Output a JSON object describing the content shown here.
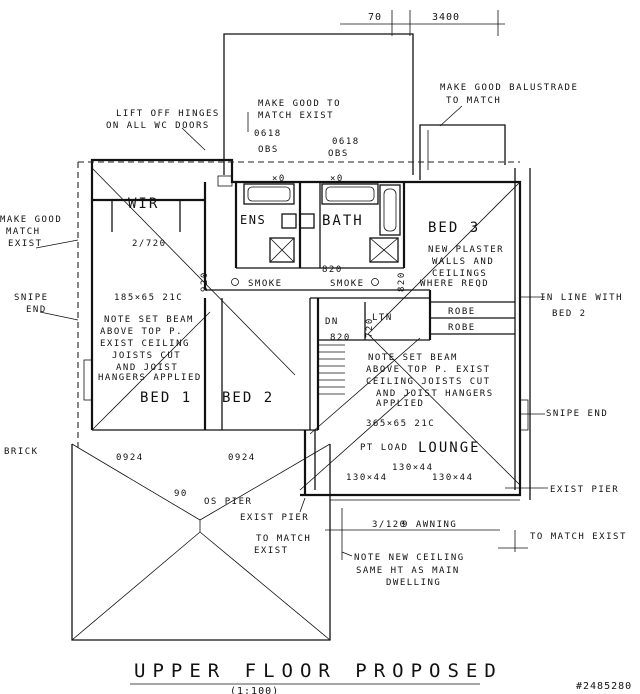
{
  "title": "UPPER FLOOR PROPOSED",
  "scale": "(1:100)",
  "stamp": "#2485280",
  "rooms": {
    "wir": "WIR",
    "ens": "ENS",
    "bath": "BATH",
    "bed3": "BED 3",
    "bed1": "BED 1",
    "bed2": "BED 2",
    "lounge": "LOUNGE",
    "ltn": "LTN",
    "robe1": "ROBE",
    "robe2": "ROBE"
  },
  "dims": {
    "d70": "70",
    "d3400": "3400",
    "d2720": "2/720",
    "d820": "820",
    "d820b": "820",
    "d920": "920",
    "d720": "720",
    "dn": "DN",
    "d0924a": "0924",
    "d0924b": "0924",
    "d90": "90",
    "d13044a": "130×44",
    "d13044b": "130×44",
    "d13044c": "130×44",
    "d3120": "3/120",
    "x0a": "×0",
    "x0b": "×0",
    "obs1_num": "0618",
    "obs1": "OBS",
    "obs2_num": "0618",
    "obs2": "OBS"
  },
  "notes": {
    "make_good_match": [
      "MAKE GOOD",
      "MATCH",
      "EXIST"
    ],
    "lift_hinges": [
      "LIFT OFF HINGES",
      "ON ALL WC DOORS"
    ],
    "make_good_to_match": [
      "MAKE GOOD TO",
      "MATCH EXIST"
    ],
    "balustrade": [
      "MAKE GOOD BALUSTRADE",
      "TO MATCH"
    ],
    "new_plaster": [
      "NEW PLASTER",
      "WALLS AND",
      "CEILINGS",
      "WHERE REQD"
    ],
    "in_line": [
      "IN LINE WITH",
      "BED 2"
    ],
    "snipe_left": [
      "SNIPE",
      "END"
    ],
    "beam_left": [
      "NOTE SET BEAM",
      "ABOVE TOP P.",
      "EXIST CEILING",
      "JOISTS CUT",
      "AND JOIST",
      "HANGERS APPLIED"
    ],
    "beam_left_size": "185×65 21C",
    "beam_right": [
      "NOTE SET BEAM",
      "ABOVE TOP P. EXIST",
      "CEILING JOISTS CUT",
      "AND JOIST HANGERS",
      "APPLIED"
    ],
    "beam_right_size": "365×65 21C",
    "smoke1": "SMOKE",
    "smoke2": "SMOKE",
    "pt_load": "PT LOAD",
    "snipe_end_right": "SNIPE END",
    "brick": "BRICK",
    "exist_pier_right": "EXIST PIER",
    "os_pier": "OS PIER",
    "exist_pier": "EXIST PIER",
    "awning": "9 AWNING",
    "to_match_exist": "TO MATCH EXIST",
    "to_match_left": [
      "TO MATCH",
      "EXIST"
    ],
    "new_ceiling": [
      "NOTE NEW CEILING",
      "SAME HT AS MAIN",
      "DWELLING"
    ]
  }
}
